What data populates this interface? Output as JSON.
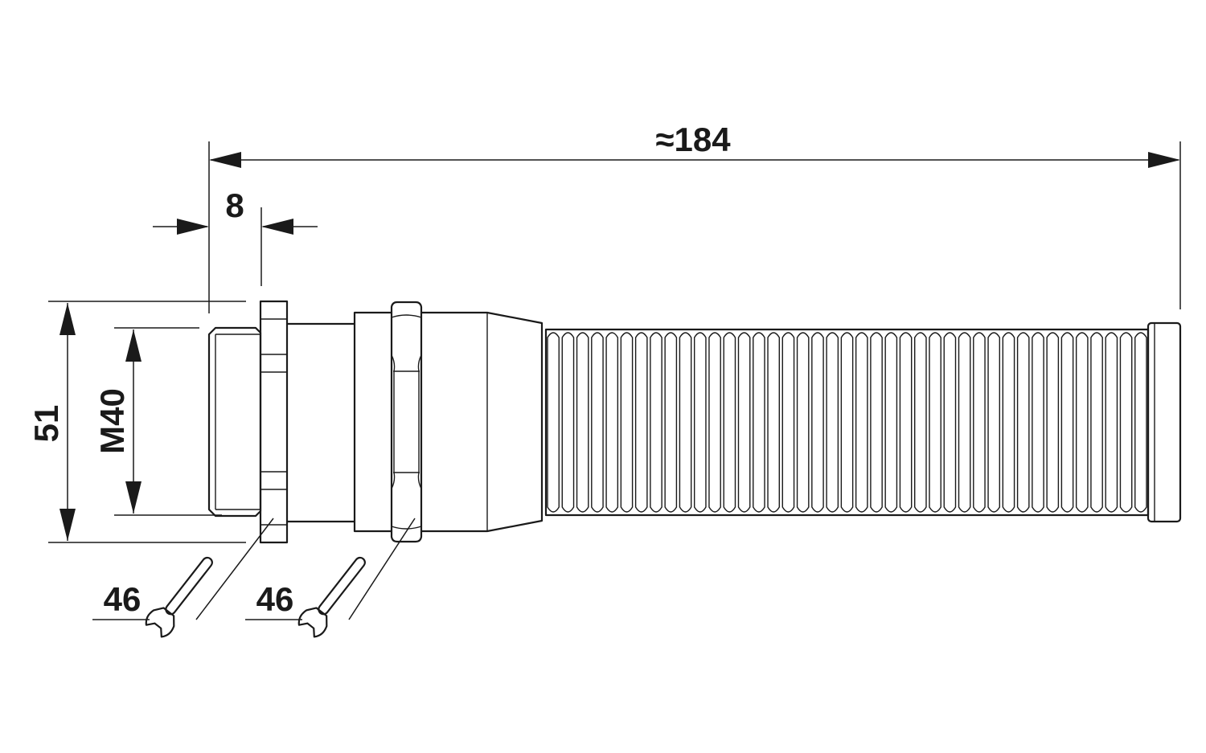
{
  "dimensions": {
    "overall_length": "≈184",
    "thread_length": "8",
    "outer_diameter": "51",
    "thread_size": "M40",
    "wrench_size_locknut": "46",
    "wrench_size_body": "46"
  },
  "colors": {
    "line": "#1a1a1a",
    "background": "#ffffff"
  },
  "icons": [
    "wrench-icon",
    "wrench-icon"
  ]
}
